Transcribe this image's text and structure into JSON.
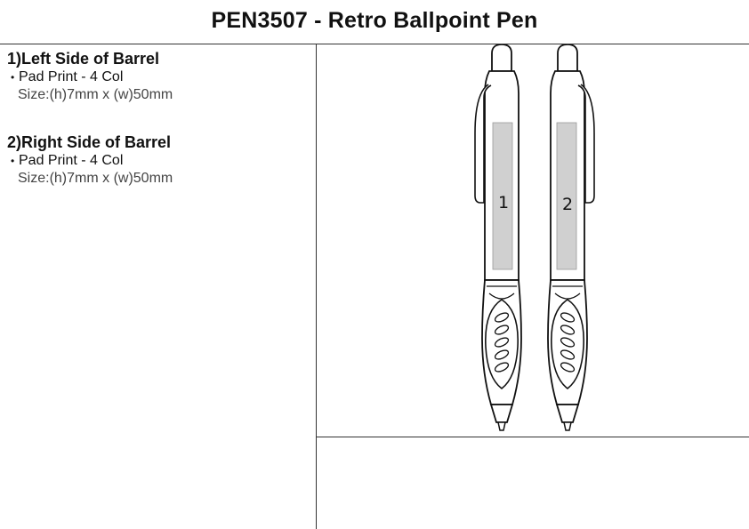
{
  "header": {
    "title": "PEN3507 - Retro Ballpoint Pen"
  },
  "specs": [
    {
      "heading": "1)Left Side of Barrel",
      "method": "Pad Print - 4 Col",
      "size": "Size:(h)7mm x (w)50mm"
    },
    {
      "heading": "2)Right Side of Barrel",
      "method": "Pad Print - 4 Col",
      "size": "Size:(h)7mm x (w)50mm"
    }
  ],
  "diagram": {
    "pens": [
      {
        "label": "1"
      },
      {
        "label": "2"
      }
    ],
    "print_area_color": "#d0d0d0"
  }
}
